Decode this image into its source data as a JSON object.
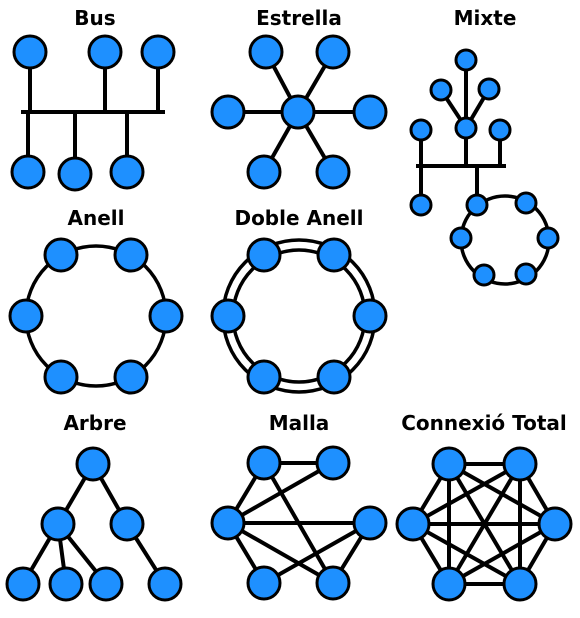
{
  "colors": {
    "node_fill": "#1e90ff",
    "stroke": "#000000",
    "background": "#ffffff"
  },
  "labels": {
    "bus": "Bus",
    "estrella": "Estrella",
    "mixte": "Mixte",
    "anell": "Anell",
    "doble_anell": "Doble Anell",
    "arbre": "Arbre",
    "malla": "Malla",
    "connexio_total": "Connexió Total"
  },
  "topologies": [
    {
      "id": "bus",
      "label_key": "labels.bus"
    },
    {
      "id": "estrella",
      "label_key": "labels.estrella"
    },
    {
      "id": "mixte",
      "label_key": "labels.mixte"
    },
    {
      "id": "anell",
      "label_key": "labels.anell"
    },
    {
      "id": "doble-anell",
      "label_key": "labels.doble_anell"
    },
    {
      "id": "arbre",
      "label_key": "labels.arbre"
    },
    {
      "id": "malla",
      "label_key": "labels.malla"
    },
    {
      "id": "connexio-total",
      "label_key": "labels.connexio_total"
    }
  ]
}
